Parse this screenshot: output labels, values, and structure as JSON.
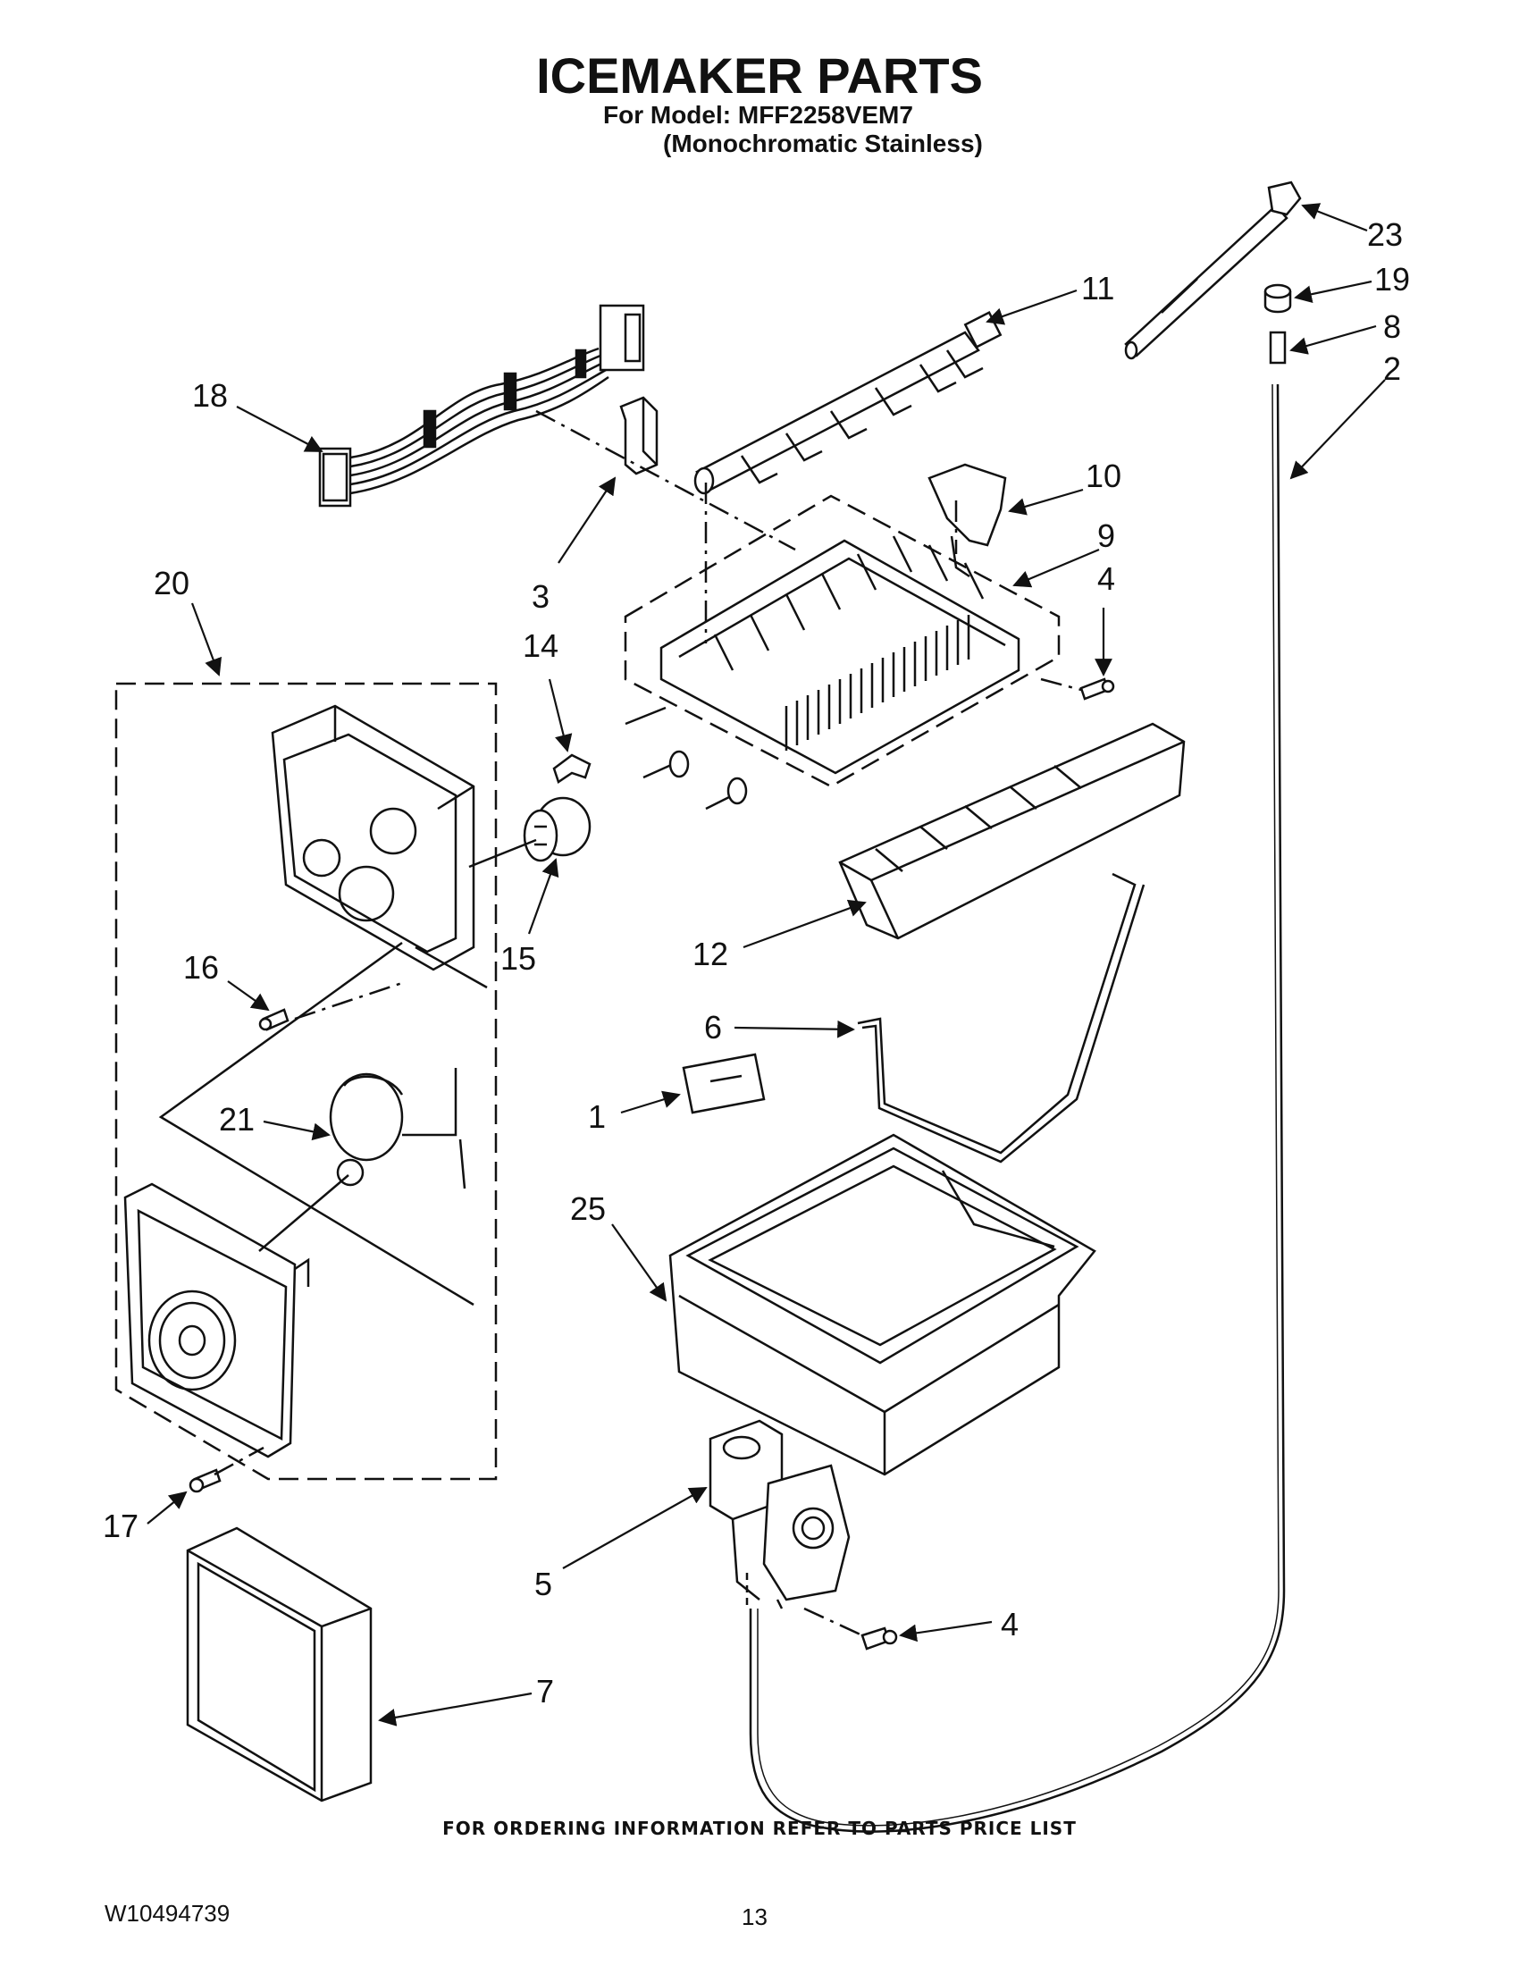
{
  "header": {
    "title": "ICEMAKER PARTS",
    "model_line": "For Model: MFF2258VEM7",
    "finish_line": "(Monochromatic Stainless)"
  },
  "callouts": {
    "c1": "1",
    "c2": "2",
    "c3": "3",
    "c4a": "4",
    "c4b": "4",
    "c5": "5",
    "c6": "6",
    "c7": "7",
    "c8": "8",
    "c9": "9",
    "c10": "10",
    "c11": "11",
    "c12": "12",
    "c14": "14",
    "c15": "15",
    "c16": "16",
    "c17": "17",
    "c18": "18",
    "c19": "19",
    "c20": "20",
    "c21": "21",
    "c23": "23",
    "c25": "25"
  },
  "footer": {
    "ordering_note": "FOR ORDERING INFORMATION REFER TO PARTS PRICE LIST",
    "doc_number": "W10494739",
    "page_number": "13"
  }
}
